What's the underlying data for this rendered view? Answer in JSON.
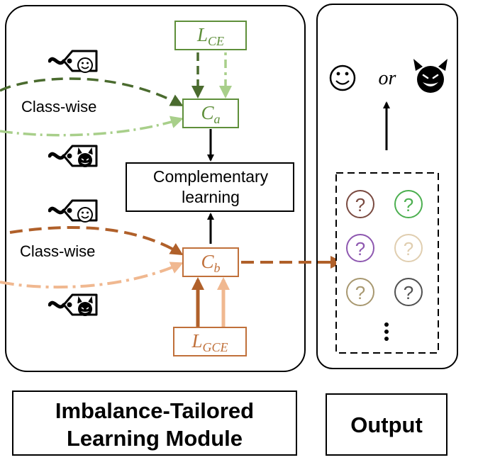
{
  "module": {
    "title_line1": "Imbalance-Tailored",
    "title_line2": "Learning Module",
    "class_wise_top": "Class-wise",
    "class_wise_bottom": "Class-wise",
    "complementary_line1": "Complementary",
    "complementary_line2": "learning",
    "loss_top": {
      "main": "L",
      "sub": "CE"
    },
    "classifier_top": {
      "main": "C",
      "sub": "a"
    },
    "classifier_bottom": {
      "main": "C",
      "sub": "b"
    },
    "loss_bottom": {
      "main": "L",
      "sub": "GCE"
    }
  },
  "output": {
    "title": "Output",
    "or_text": "or",
    "question_mark": "?",
    "question_colors": [
      "#7a4a40",
      "#4caf50",
      "#8e58b0",
      "#e0ceb0",
      "#a89870",
      "#505050"
    ]
  },
  "colors": {
    "green_dark": "#4a6b2e",
    "green_light": "#a8cf8a",
    "orange_dark": "#b0602a",
    "orange_light": "#f0b890",
    "green_box": "#5e8f3a",
    "orange_box": "#c0703a"
  },
  "icons": [
    "happy-face-tag-icon",
    "devil-face-tag-icon",
    "happy-face-icon",
    "devil-face-icon"
  ]
}
